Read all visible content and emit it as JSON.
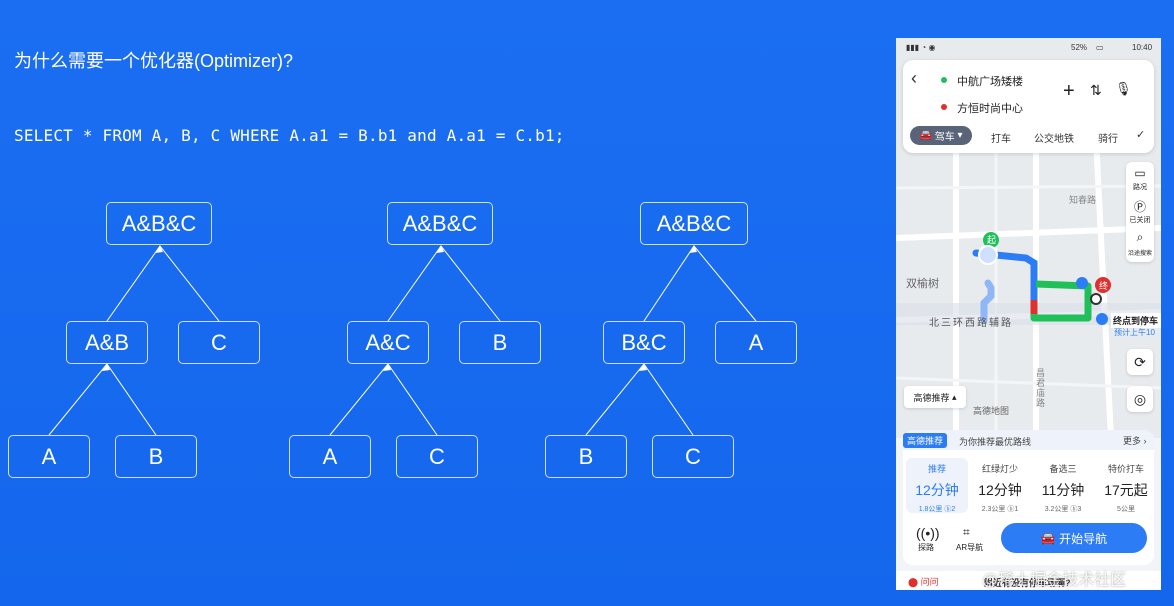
{
  "slide": {
    "title": "为什么需要一个优化器(Optimizer)?",
    "sql": "SELECT * FROM A, B, C WHERE A.a1 = B.b1 and A.a1 = C.b1;",
    "trees": [
      {
        "root": "A&B&C",
        "mid": "A&B",
        "side": "C",
        "leaf_left": "A",
        "leaf_right": "B"
      },
      {
        "root": "A&B&C",
        "mid": "A&C",
        "side": "B",
        "leaf_left": "A",
        "leaf_right": "C"
      },
      {
        "root": "A&B&C",
        "mid": "B&C",
        "side": "A",
        "leaf_left": "B",
        "leaf_right": "C"
      }
    ]
  },
  "phone": {
    "status": {
      "time": "10:40",
      "battery": "52%"
    },
    "route": {
      "from": "中航广场矮楼",
      "to": "方恒时尚中心"
    },
    "modes": [
      "驾车",
      "打车",
      "公交地铁",
      "骑行"
    ],
    "map_labels": {
      "road1": "北三环西路辅路",
      "area1": "双榆树",
      "road2": "知春路",
      "road3": "昌君庙路",
      "dest_label": "终点到停车",
      "dest_sub": "预计上午10",
      "start_marker": "起",
      "end_marker": "终",
      "map_brand": "高德地图",
      "recommend_toggle": "高德推荐"
    },
    "side_buttons": [
      "路况",
      "已关闭",
      "沿途搜索"
    ],
    "recommend": {
      "badge": "高德推荐",
      "text": "为你推荐最优路线",
      "more": "更多"
    },
    "options": [
      {
        "tag": "推荐",
        "time": "12分钟",
        "detail": "1.8公里 ⓑ2"
      },
      {
        "tag": "红绿灯少",
        "time": "12分钟",
        "detail": "2.3公里 ⓑ1"
      },
      {
        "tag": "备选三",
        "time": "11分钟",
        "detail": "3.2公里 ⓑ3"
      },
      {
        "tag": "特价打车",
        "time": "17元起",
        "detail": "5公里"
      }
    ],
    "actions": {
      "explore": "探路",
      "ar": "AR导航",
      "start": "开始导航"
    },
    "bottom_text": "附近有没有停车场啊?"
  },
  "watermark": "@稀土掘金技术社区",
  "colors": {
    "background": "#1b6ef2",
    "route_blue": "#2c7cf6",
    "route_green": "#1fbf5a",
    "route_red": "#e0302d"
  }
}
